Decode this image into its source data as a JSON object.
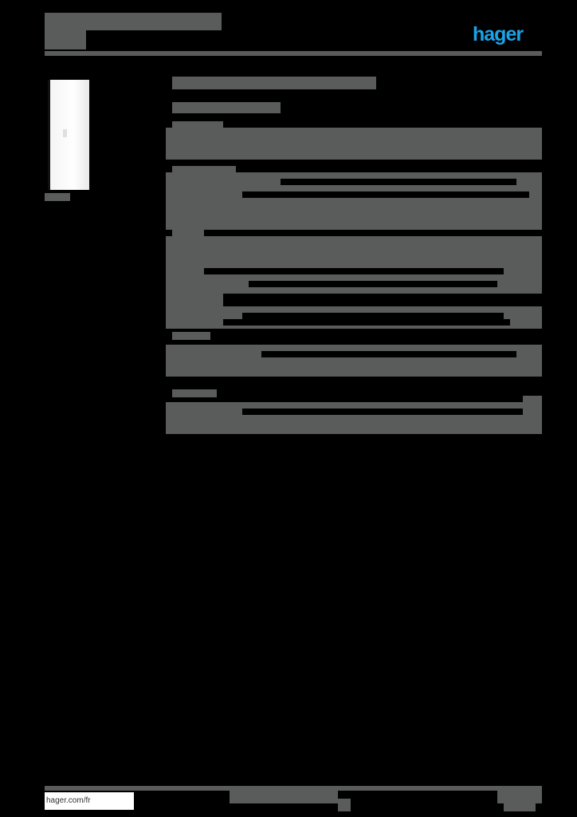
{
  "header": {
    "title": "",
    "subtitle": "",
    "logo_text": "hager",
    "brand_color": "#1aa3e8"
  },
  "product": {
    "image_alt": "white enclosure door",
    "reference": ""
  },
  "main": {
    "heading": "",
    "subheading": "",
    "sections": [
      {
        "title": "",
        "rows": []
      },
      {
        "title": "",
        "rows": []
      },
      {
        "title": "",
        "rows": []
      },
      {
        "title": "",
        "rows": []
      },
      {
        "title": "",
        "rows": []
      }
    ]
  },
  "footer": {
    "url": "hager.com/fr",
    "center_text": "",
    "page": ""
  },
  "colors": {
    "redaction": "#5a5b5b",
    "background": "#000000"
  }
}
